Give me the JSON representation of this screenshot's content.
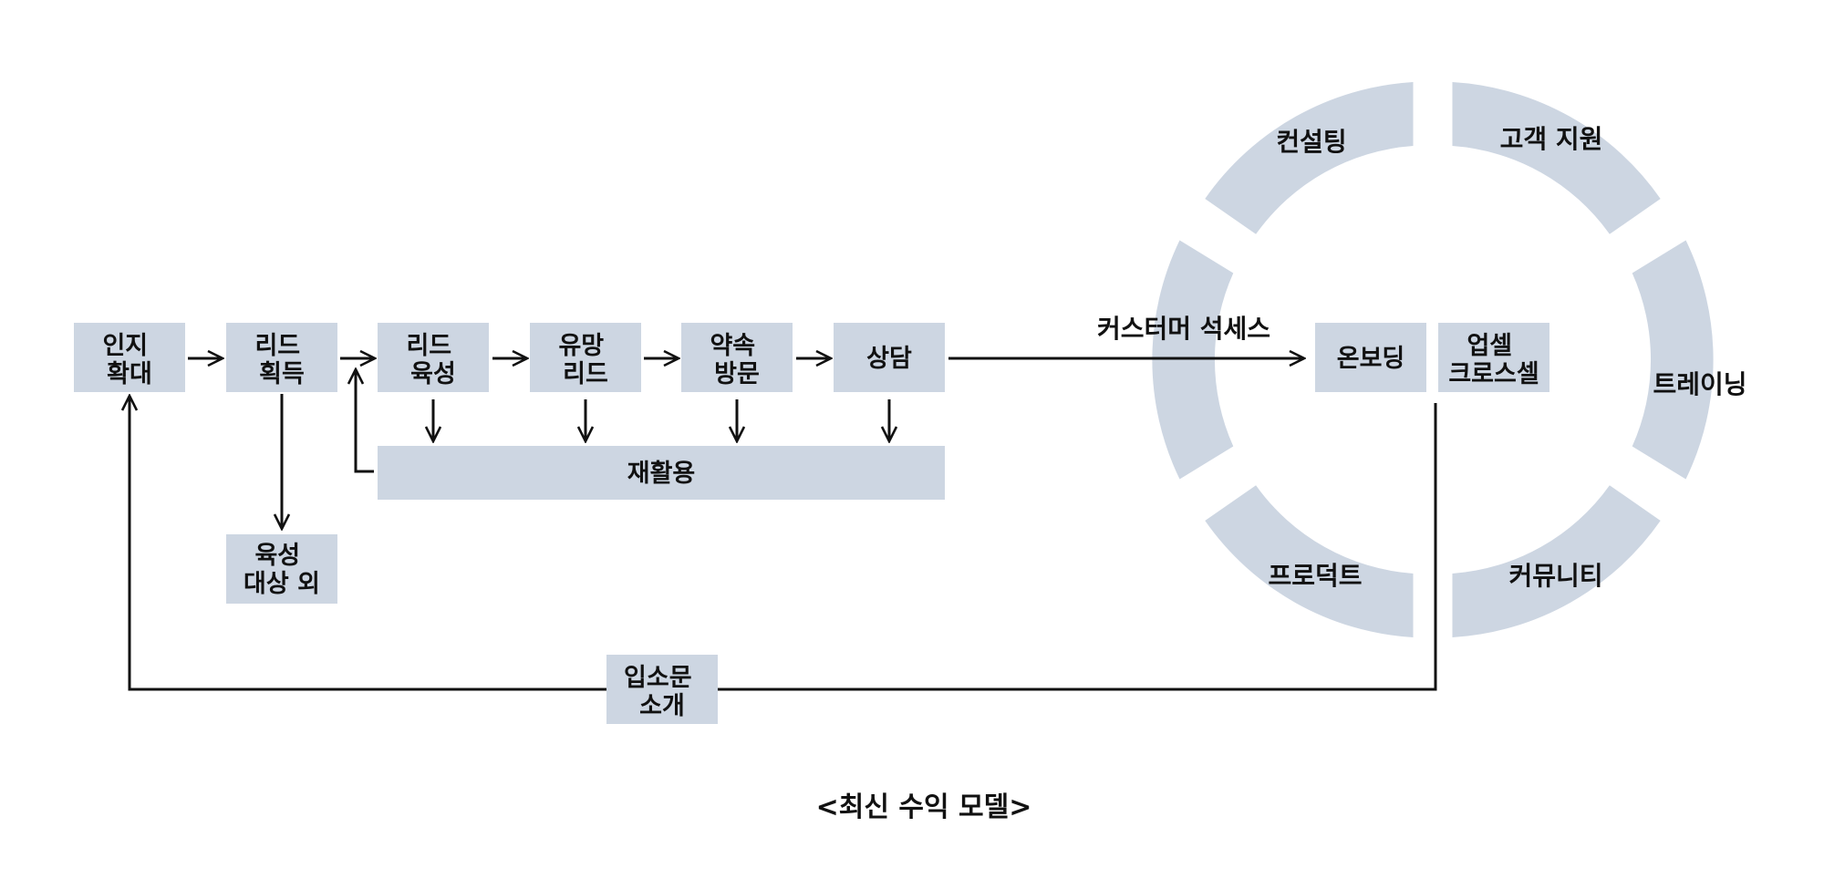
{
  "colors": {
    "box_fill": "#cdd6e2",
    "line": "#111111",
    "text": "#111111",
    "background": "#ffffff"
  },
  "boxes": {
    "awareness": [
      "인지",
      "확대"
    ],
    "lead_acquisition": [
      "리드",
      "획득"
    ],
    "lead_nurturing": [
      "리드",
      "육성"
    ],
    "promising_lead": [
      "유망",
      "리드"
    ],
    "appointment": [
      "약속",
      "방문"
    ],
    "consultation": [
      "상담"
    ],
    "recycle": [
      "재활용"
    ],
    "excluded": [
      "육성",
      "대상 외"
    ],
    "onboarding": [
      "온보딩"
    ],
    "upsell": [
      "업셀",
      "크로스셀"
    ],
    "referral": [
      "입소문",
      "소개"
    ]
  },
  "arrow_label": "커스터머 석세스",
  "ring_segments": {
    "consulting": "컨설팅",
    "customer_support": "고객 지원",
    "training": "트레이닝",
    "community": "커뮤니티",
    "product": "프로덕트"
  },
  "caption": "<최신 수익 모델>"
}
